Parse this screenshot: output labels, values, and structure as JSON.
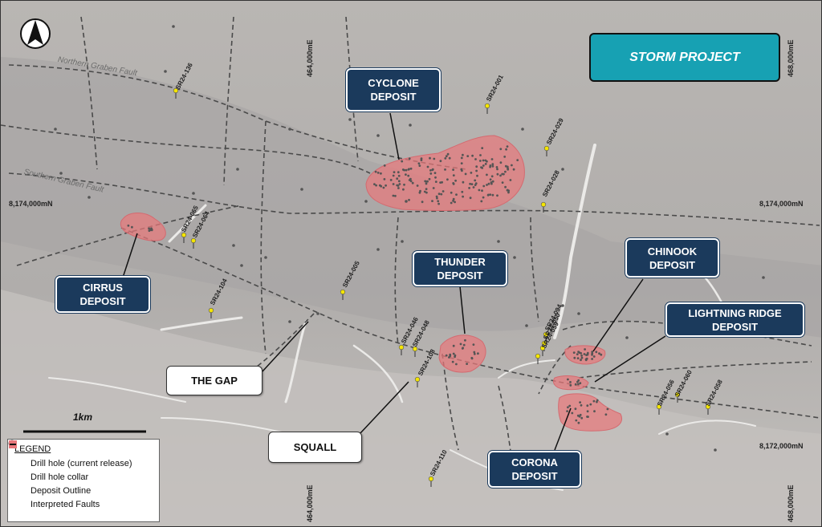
{
  "project_title": "STORM PROJECT",
  "grid_labels": {
    "easting_left": "464,000mE",
    "easting_right": "468,000mE",
    "northing_top": "8,174,000mN",
    "northing_bottom": "8,172,000mN"
  },
  "faults": {
    "northern": "Northern Graben Fault",
    "southern": "Southern Graben Fault"
  },
  "deposits": {
    "cyclone": "CYCLONE\nDEPOSIT",
    "cirrus": "CIRRUS\nDEPOSIT",
    "thunder": "THUNDER\nDEPOSIT",
    "chinook": "CHINOOK\nDEPOSIT",
    "lightning_ridge": "LIGHTNING RIDGE\nDEPOSIT",
    "corona": "CORONA\nDEPOSIT"
  },
  "prospects": {
    "the_gap": "THE GAP",
    "squall": "SQUALL"
  },
  "drill_holes": [
    {
      "id": "SR24-136"
    },
    {
      "id": "SR24-001"
    },
    {
      "id": "SR24-029"
    },
    {
      "id": "SR24-028"
    },
    {
      "id": "SR24-065"
    },
    {
      "id": "SR24-064"
    },
    {
      "id": "SR24-104"
    },
    {
      "id": "SR24-005"
    },
    {
      "id": "SR24-046"
    },
    {
      "id": "SR24-048"
    },
    {
      "id": "SR24-108"
    },
    {
      "id": "SR24-094"
    },
    {
      "id": "SR24-050"
    },
    {
      "id": "SR24-059"
    },
    {
      "id": "SR24-056"
    },
    {
      "id": "SR24-060"
    },
    {
      "id": "SR24-058"
    },
    {
      "id": "SR24-110"
    }
  ],
  "scale_bar": "1km",
  "legend": {
    "title": "LEGEND",
    "items": [
      {
        "label": "Drill hole (current release)",
        "symbol": "yellow-dot"
      },
      {
        "label": "Drill hole collar",
        "symbol": "grey-dot"
      },
      {
        "label": "Deposit Outline",
        "symbol": "red-square"
      },
      {
        "label": "Interpreted Faults",
        "symbol": "black-dash"
      }
    ]
  },
  "colors": {
    "callout_fill": "#1b3a5c",
    "project_fill": "#17a1b3",
    "deposit_fill": "#e8787c",
    "drill_current": "#f5e600",
    "drill_collar": "#555555"
  }
}
